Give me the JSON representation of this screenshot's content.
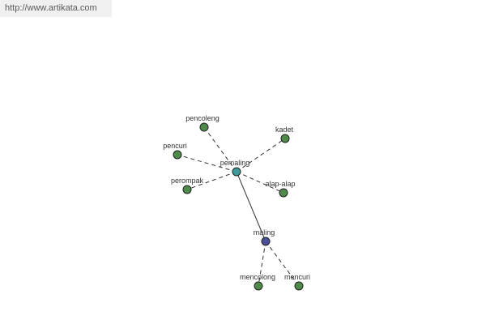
{
  "source_link": "http://www.artikata.com",
  "graph": {
    "nodes": {
      "pencoleng": "pencoleng",
      "pencuri": "pencuri",
      "perompak": "perompak",
      "pemaling": "pemaling",
      "kadet": "kadet",
      "alap_alap": "alap-alap",
      "maling": "maling",
      "mencolong": "mencolong",
      "mencuri": "mencuri"
    },
    "colors": {
      "word_node": "#4e8a4a",
      "hub_node": "#3e9a9a",
      "center_node": "#4a4f9a",
      "edge": "#333333"
    }
  }
}
